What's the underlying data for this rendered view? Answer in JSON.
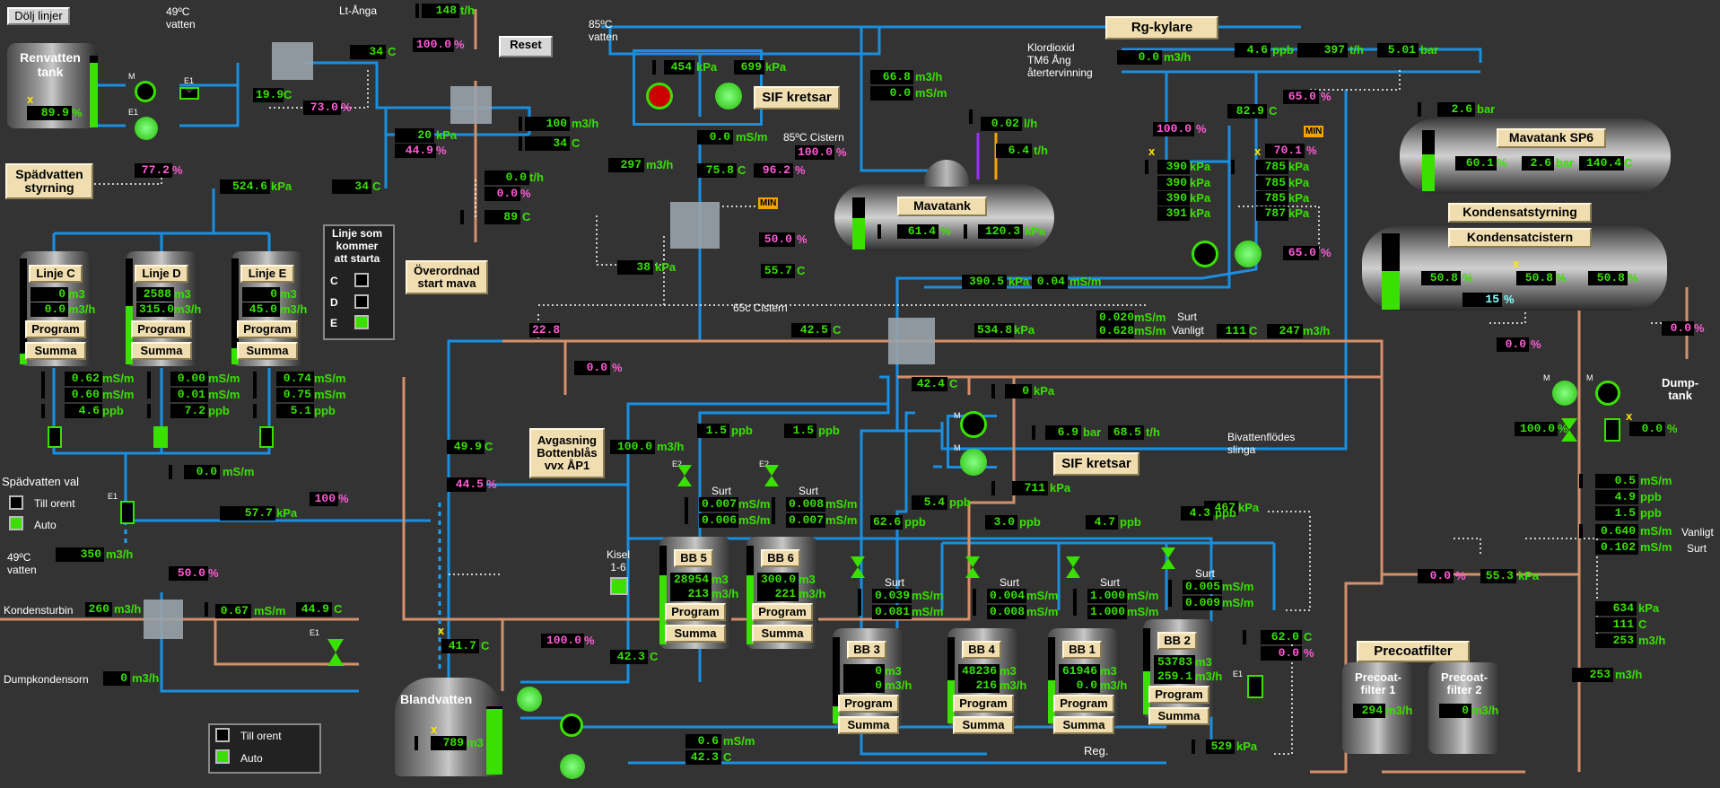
{
  "buttons": {
    "hide_lines": "Dölj linjer",
    "reset": "Reset"
  },
  "labels": {
    "steam": "Lt-Ånga",
    "water49_top": "49ºC\nvatten",
    "water85": "85ºC\nvatten",
    "klordioxid": "Klordioxid\nTM6 Ång\nåtertervinning",
    "c85_cistern": "85ºC Cistern",
    "c65_cistern": "65c Cistern",
    "surt": "Surt",
    "vanligt": "Vanligt",
    "water49_bottom": "49ºC\nvatten",
    "kondensturbin": "Kondensturbin",
    "dumpkondensorn": "Dumpkondensorn",
    "kisel": "Kisel\n1-6",
    "bivatten": "Bivattenflödes\nslinga",
    "dump_tank": "Dump-\ntank",
    "reg": "Reg.",
    "spadvatten_val": "Spädvatten val",
    "till_orent": "Till orent",
    "auto": "Auto",
    "linje_som": "Linje som\nkommer\natt starta",
    "c": "C",
    "d": "D",
    "e": "E",
    "min": "MIN",
    "vanligt2": "Vanligt",
    "surt2": "Surt"
  },
  "tanks": {
    "renvatten": {
      "title": "Renvatten\ntank",
      "level": "89.9",
      "level_pct": 0.9
    },
    "blandvatten": {
      "title": "Blandvatten",
      "volume": "789",
      "unit": "m3",
      "level_pct": 0.95
    },
    "mavatank": {
      "title": "Mavatank",
      "level": "61.4",
      "pressure": "120.3",
      "level_pct": 0.61
    },
    "mavatank_sp6": {
      "title": "Mavatank SP6",
      "level": "60.1",
      "pressure": "2.6",
      "temp": "140.4",
      "level_pct": 0.6
    },
    "kondensatcistern": {
      "title": "Kondensatcistern",
      "styrning": "Kondensatstyrning",
      "v1": "50.8",
      "v2": "50.8",
      "v3": "50.8",
      "v4": "15",
      "level_pct": 0.51
    }
  },
  "panels": {
    "spadvatten_styrning": "Spädvatten\nstyrning",
    "sif_kretsar": "SIF kretsar",
    "rg_kylare": "Rg-kylare",
    "overordnad": "Överordnad\nstart mava",
    "avgasning": "Avgasning\nBottenblås\nvvx ÅP1",
    "precoatfilter": "Precoatfilter",
    "program": "Program",
    "summa": "Summa"
  },
  "lines": [
    {
      "name": "Linje C",
      "v1": "0",
      "v2": "0.0",
      "c1": "0.62",
      "c2": "0.60",
      "ppb": "4.6",
      "level_pct": 0.1
    },
    {
      "name": "Linje D",
      "v1": "2588",
      "v2": "315.0",
      "c1": "0.00",
      "c2": "0.01",
      "ppb": "7.2",
      "level_pct": 0.55
    },
    {
      "name": "Linje E",
      "v1": "0",
      "v2": "45.0",
      "c1": "0.74",
      "c2": "0.75",
      "ppb": "5.1",
      "level_pct": 0.15
    }
  ],
  "beds": [
    {
      "name": "BB 5",
      "ppb": "1.5",
      "s1": "0.007",
      "s2": "0.006",
      "v1": "28954",
      "v2": "213",
      "level_pct": 0.7
    },
    {
      "name": "BB 6",
      "ppb": "1.5",
      "s1": "0.008",
      "s2": "0.007",
      "v1": "300.0",
      "v2": "221",
      "level_pct": 0.7
    },
    {
      "name": "BB 3",
      "ppb": "62.6",
      "s1": "0.039",
      "s2": "0.081",
      "v1": "0",
      "v2": "0",
      "level_pct": 0.2
    },
    {
      "name": "BB 4",
      "ppb": "3.0",
      "s1": "0.004",
      "s2": "0.008",
      "v1": "48236",
      "v2": "216",
      "level_pct": 0.5
    },
    {
      "name": "BB 1",
      "ppb": "4.7",
      "s1": "1.000",
      "s2": "1.000",
      "v1": "61946",
      "v2": "0.0",
      "level_pct": 0.5
    },
    {
      "name": "BB 2",
      "ppb": "4.3",
      "s1": "0.005",
      "s2": "0.009",
      "v1": "53783",
      "v2": "259.1",
      "level_pct": 0.5
    }
  ],
  "filters": [
    {
      "name": "Precoat-\nfilter 1",
      "flow": "294"
    },
    {
      "name": "Precoat-\nfilter 2",
      "flow": "0"
    }
  ],
  "values": {
    "steam_flow": "148",
    "steam_pct": "100.0",
    "t34a": "34",
    "t199": "19.9",
    "p73": "73.0",
    "spad_pct": "77.2",
    "p20": "20",
    "p449": "44.9",
    "f100": "100",
    "t34b": "34",
    "f0t": "0.0",
    "p00": "0.0",
    "t89": "89",
    "p5246": "524.6",
    "t34c": "34",
    "sif_p1": "454",
    "sif_p2": "699",
    "cond00": "0.0",
    "t758": "75.8",
    "p962": "96.2",
    "p100c": "100.0",
    "p500": "50.0",
    "t557": "55.7",
    "f297": "297",
    "p38": "38",
    "f668": "66.8",
    "c00": "0.0",
    "f002": "0.02",
    "f64": "6.4",
    "klor_flow": "0.0",
    "ppb46": "4.6",
    "tph397": "397",
    "bar501": "5.01",
    "p650a": "65.0",
    "t829": "82.9",
    "p1000": "100.0",
    "p701": "70.1",
    "pk390a": "390",
    "pk390b": "390",
    "pk390c": "390",
    "pk391": "391",
    "pk785a": "785",
    "pk785b": "785",
    "pk787": "787",
    "p650b": "65.0",
    "bar26": "2.6",
    "p3905": "390.5",
    "c004": "0.04",
    "p228": "22.8",
    "t425": "42.5",
    "p5348": "534.8",
    "s0020": "0.020",
    "s0628": "0.628",
    "t111": "111",
    "f247": "247",
    "p00b": "0.0",
    "p00c": "0.0",
    "p00d": "0.0",
    "t424": "42.4",
    "k0": "0",
    "bar69": "6.9",
    "tph685": "68.5",
    "p711": "711",
    "t499": "49.9",
    "p445": "44.5",
    "f1000": "100.0",
    "c00b": "0.0",
    "p100v": "100",
    "t577": "57.7",
    "f350": "350",
    "p500b": "50.0",
    "f260": "260",
    "c067": "0.67",
    "t449": "44.9",
    "f0": "0",
    "t417": "41.7",
    "p1000b": "100.0",
    "t423": "42.3",
    "c06": "0.6",
    "t423b": "42.3",
    "ppb54": "5.4",
    "p467": "467",
    "t620": "62.0",
    "p00e": "0.0",
    "p529": "529",
    "p1000c": "100.0",
    "p00f": "0.0",
    "c05": "0.5",
    "ppb49": "4.9",
    "ppb15": "1.5",
    "c0640": "0.640",
    "c0102": "0.102",
    "p00g": "0.0",
    "p553": "55.3",
    "k634": "634",
    "t111b": "111",
    "f253a": "253",
    "f253b": "253"
  }
}
